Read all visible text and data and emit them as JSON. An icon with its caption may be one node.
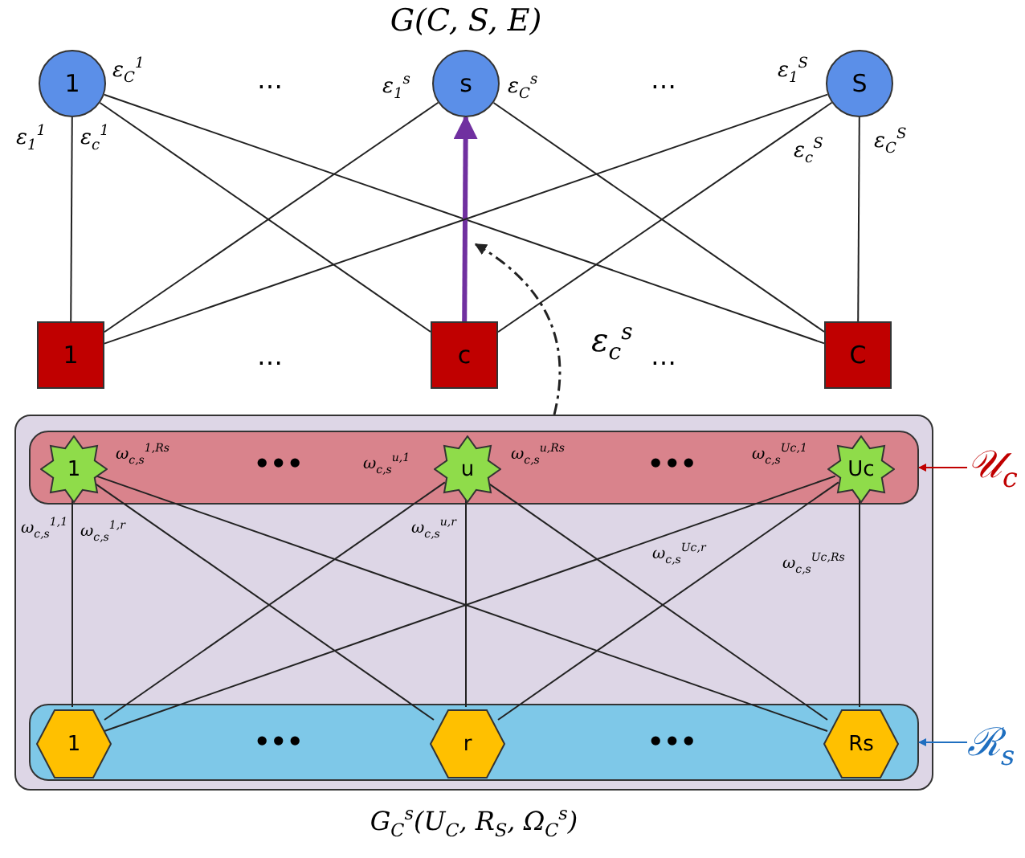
{
  "diagram": {
    "title": "G(C, S, E)",
    "nodes": [
      {
        "text": [
          "1"
        ]
      },
      {
        "text": [
          "s"
        ]
      },
      {
        "text": [
          "S"
        ]
      },
      {
        "text": [
          "1"
        ]
      },
      {
        "text": [
          "c"
        ]
      },
      {
        "text": [
          "C"
        ]
      },
      {
        "text": [
          "G$_{C}$$^{s}$(U$_{C}$, R$_{S}$, Ω$_{C}$$^{s}$)"
        ]
      },
      {
        "text": [],
        "shape": "band",
        "in": 6
      },
      {
        "text": [
          "1"
        ],
        "in": 7
      },
      {
        "text": [
          "u"
        ],
        "in": 7
      },
      {
        "text": [
          "Uc"
        ],
        "in": 7
      },
      {
        "text": [],
        "shape": "band",
        "in": 6
      },
      {
        "text": [
          "1"
        ],
        "in": 11
      },
      {
        "text": [
          "r"
        ],
        "in": 11
      },
      {
        "text": [
          "Rs"
        ],
        "in": 11
      },
      {
        "text": [
          "𝒰$_{c}$"
        ]
      },
      {
        "text": [
          "ℛ$_{s}$"
        ]
      }
    ],
    "edges": [
      {
        "from": 0,
        "to": 3,
        "arrow": "none",
        "label": "ε$_{1}$$^{1}$"
      },
      {
        "from": 0,
        "to": 4,
        "arrow": "none",
        "label": "ε$_{c}$$^{1}$"
      },
      {
        "from": 0,
        "to": 5,
        "arrow": "none",
        "label": "ε$_{C}$$^{1}$"
      },
      {
        "from": 1,
        "to": 3,
        "arrow": "none",
        "label": "ε$_{1}$$^{s}$"
      },
      {
        "from": 4,
        "to": 1,
        "arrow": "to",
        "style": "thick",
        "color": "#7030a0"
      },
      {
        "from": 1,
        "to": 5,
        "arrow": "none",
        "label": "ε$_{C}$$^{s}$"
      },
      {
        "from": 2,
        "to": 3,
        "arrow": "none",
        "label": "ε$_{1}$$^{S}$"
      },
      {
        "from": 2,
        "to": 4,
        "arrow": "none",
        "label": "ε$_{c}$$^{S}$"
      },
      {
        "from": 2,
        "to": 5,
        "arrow": "none",
        "label": "ε$_{C}$$^{S}$"
      },
      {
        "from": 6,
        "to": null,
        "arrow": "to",
        "style": "dashed",
        "label": "ε$_{c}$$^{s}$"
      },
      {
        "from": 8,
        "to": 12,
        "arrow": "none",
        "label": "ω$_{c,s}$$^{1,1}$"
      },
      {
        "from": 8,
        "to": 13,
        "arrow": "none",
        "label": "ω$_{c,s}$$^{1,r}$"
      },
      {
        "from": 8,
        "to": 14,
        "arrow": "none",
        "label": "ω$_{c,s}$$^{1,Rs}$"
      },
      {
        "from": 9,
        "to": 12,
        "arrow": "none",
        "label": "ω$_{c,s}$$^{u,1}$"
      },
      {
        "from": 9,
        "to": 13,
        "arrow": "none",
        "label": "ω$_{c,s}$$^{u,r}$"
      },
      {
        "from": 9,
        "to": 14,
        "arrow": "none",
        "label": "ω$_{c,s}$$^{u,Rs}$"
      },
      {
        "from": 10,
        "to": 12,
        "arrow": "none",
        "label": "ω$_{c,s}$$^{Uc,1}$"
      },
      {
        "from": 10,
        "to": 13,
        "arrow": "none",
        "label": "ω$_{c,s}$$^{Uc,r}$"
      },
      {
        "from": 10,
        "to": 14,
        "arrow": "none",
        "label": "ω$_{c,s}$$^{Uc,Rs}$"
      },
      {
        "from": 15,
        "to": 7,
        "arrow": "to",
        "color": "#c00000"
      },
      {
        "from": 16,
        "to": 11,
        "arrow": "to",
        "color": "#1f6fc0"
      }
    ],
    "labels": [
      "…",
      "…",
      "…",
      "…",
      "•••",
      "•••",
      "•••",
      "•••"
    ]
  }
}
